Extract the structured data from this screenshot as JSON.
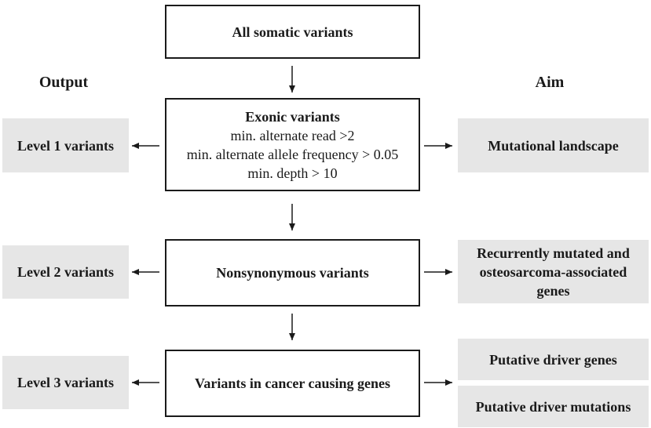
{
  "headings": {
    "output": "Output",
    "aim": "Aim"
  },
  "flow": {
    "all_variants": "All somatic variants",
    "exonic": {
      "title": "Exonic variants",
      "criteria": [
        "min. alternate read >2",
        "min. alternate allele frequency > 0.05",
        "min. depth > 10"
      ]
    },
    "nonsynonymous": "Nonsynonymous variants",
    "cancer_genes": "Variants in cancer causing genes"
  },
  "outputs": {
    "level1": "Level 1 variants",
    "level2": "Level 2 variants",
    "level3": "Level 3 variants"
  },
  "aims": {
    "landscape": "Mutational landscape",
    "recurrent": [
      "Recurrently mutated and",
      "osteosarcoma-associated",
      "genes"
    ],
    "driver_genes": "Putative driver genes",
    "driver_mutations": "Putative driver mutations"
  },
  "colors": {
    "stroke": "#1a1a1a",
    "output_fill": "#e6e6e6"
  }
}
